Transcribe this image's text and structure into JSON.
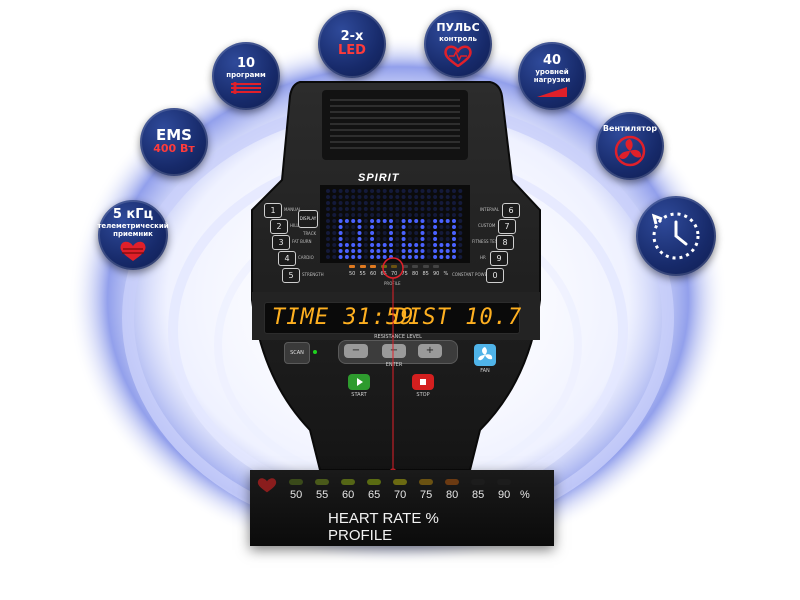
{
  "badges": {
    "khz": {
      "line1": "5 кГц",
      "line2": "телеметрический",
      "line3": "приемник"
    },
    "ems": {
      "line1": "EMS",
      "line2": "400 Вт"
    },
    "programs": {
      "line1": "10",
      "line2": "программ"
    },
    "led": {
      "line1": "2-х",
      "line2": "LED"
    },
    "pulse": {
      "line1": "ПУЛЬС",
      "line2": "контроль"
    },
    "levels": {
      "line1": "40",
      "line2": "уровней",
      "line3": "нагрузки"
    },
    "fan": {
      "line1": "Вентилятор"
    },
    "clock": {
      "icon": "clock-icon"
    }
  },
  "console": {
    "brand": "SPIRIT",
    "left_programs": [
      {
        "num": "1",
        "label": "MANUAL"
      },
      {
        "num": "2",
        "label": "HILL"
      },
      {
        "num": "3",
        "label": "FAT BURN"
      },
      {
        "num": "4",
        "label": "CARDIO"
      },
      {
        "num": "5",
        "label": "STRENGTH"
      }
    ],
    "right_programs": [
      {
        "num": "6",
        "label": "INTERVAL"
      },
      {
        "num": "7",
        "label": "CUSTOM"
      },
      {
        "num": "8",
        "label": "FITNESS TEST"
      },
      {
        "num": "9",
        "label": "HR"
      },
      {
        "num": "0",
        "label": "CONSTANT POWER"
      }
    ],
    "display_btn": "DISPLAY",
    "track_label": "TRACK",
    "profile_label": "PROFILE",
    "hr_scale": [
      "50",
      "55",
      "60",
      "65",
      "70",
      "75",
      "80",
      "85",
      "90",
      "%"
    ],
    "led_time": "TIME 31:59",
    "led_dist": "DIST 10.7",
    "scan_label": "SCAN",
    "resistance_label": "RESISTANCE LEVEL",
    "minus_label": "−",
    "plus_label": "+",
    "enter_label": "ENTER",
    "start_label": "START",
    "stop_label": "STOP",
    "fan_label": "FAN",
    "led_bar_heights": [
      0.6,
      0.6,
      0.6,
      0.6
    ]
  },
  "profile": {
    "scale": [
      "50",
      "55",
      "60",
      "65",
      "70",
      "75",
      "80",
      "85",
      "90",
      "%"
    ],
    "title": "HEART RATE % PROFILE",
    "led_colors": [
      "#3a4a1a",
      "#4a5a1a",
      "#556616",
      "#5a6b12",
      "#6b6a12",
      "#6b5212",
      "#6b3a12",
      "#1c1c1c",
      "#1c1c1c"
    ]
  },
  "colors": {
    "badge_blue": "#172a6a",
    "accent_red": "#e0202a",
    "led_amber": "#ffb020",
    "matrix_blue": "#3a56ff",
    "start_green": "#2e9b2e",
    "stop_red": "#d41f1f",
    "fan_blue": "#4fb3e8"
  }
}
